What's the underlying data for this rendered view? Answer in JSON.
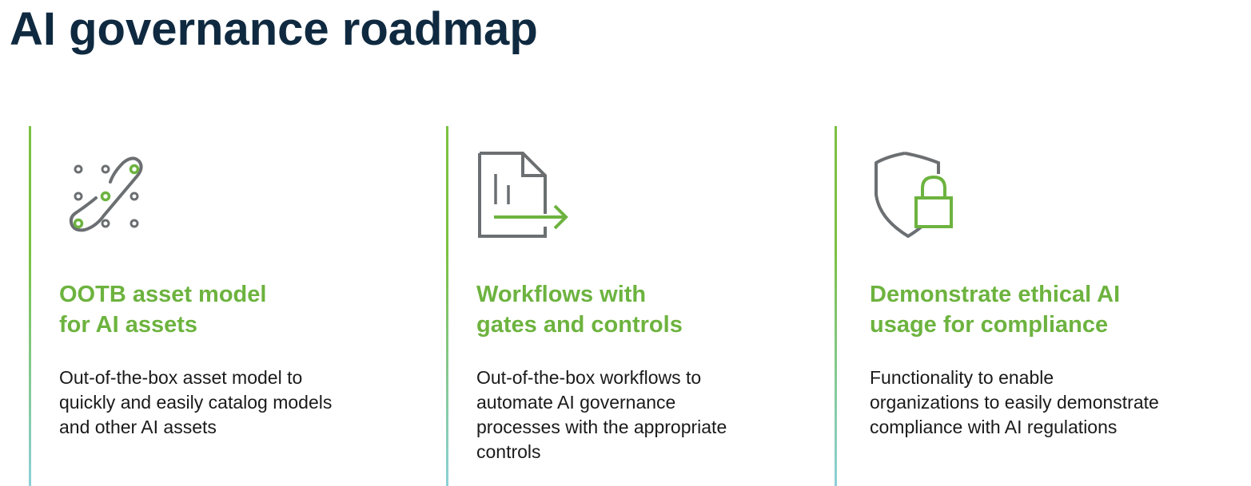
{
  "title": "AI governance roadmap",
  "colors": {
    "title": "#0f2a40",
    "accent_green": "#6db33f",
    "icon_gray": "#6b6f72",
    "divider_top": "#7ac142",
    "divider_bottom": "#8cd0d8"
  },
  "cards": [
    {
      "icon": "asset-model-nodes-icon",
      "heading_lines": [
        "OOTB asset model",
        "for AI assets"
      ],
      "desc_lines": [
        "Out-of-the-box asset model to",
        "quickly and easily catalog models",
        "and other AI assets"
      ]
    },
    {
      "icon": "document-workflow-arrow-icon",
      "heading_lines": [
        "Workflows with",
        "gates and controls"
      ],
      "desc_lines": [
        "Out-of-the-box workflows to",
        "automate AI governance",
        "processes with the appropriate",
        "controls"
      ]
    },
    {
      "icon": "shield-lock-icon",
      "heading_lines": [
        "Demonstrate ethical AI",
        "usage for compliance"
      ],
      "desc_lines": [
        "Functionality to enable",
        "organizations to easily demonstrate",
        "compliance with AI regulations"
      ]
    }
  ]
}
